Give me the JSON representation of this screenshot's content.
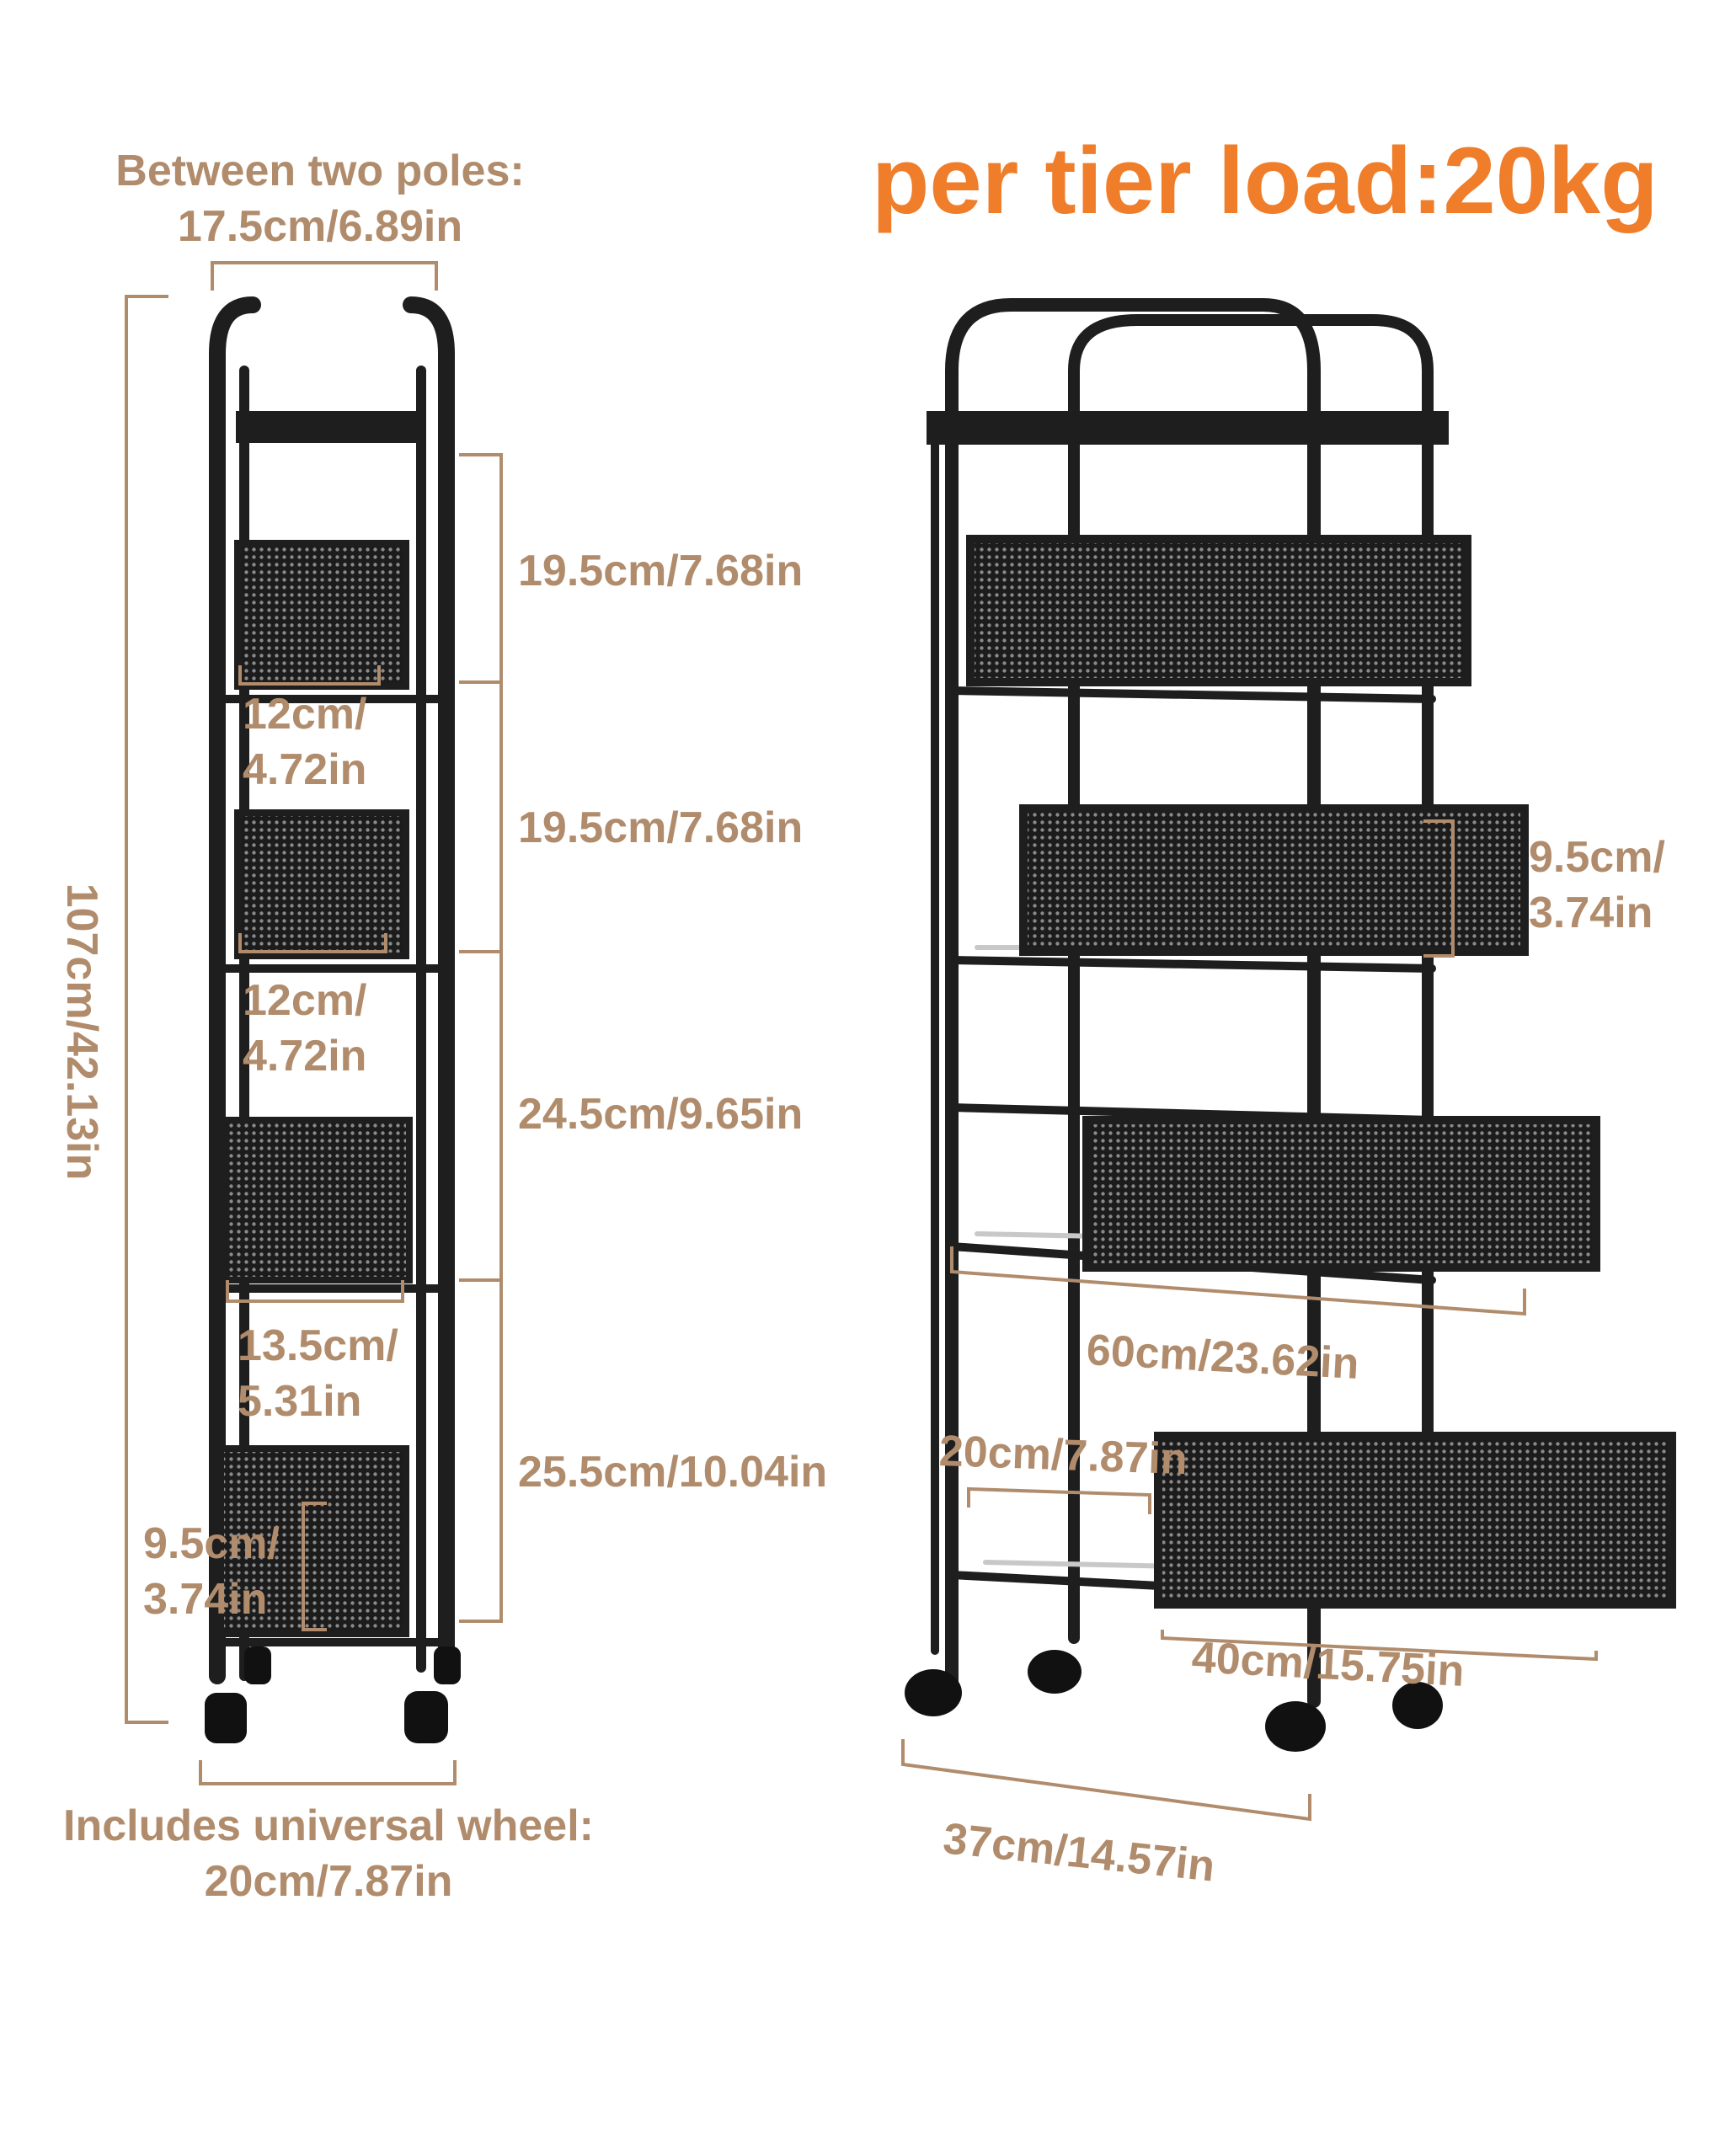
{
  "headline": "per tier load:20kg",
  "colors": {
    "headline": "#ef7d2a",
    "dimension": "#b08c6c",
    "frame": "#1e1e1e",
    "mesh": "#2c2c2c"
  },
  "side_view": {
    "top_width": [
      "Between two poles:",
      "17.5cm/6.89in"
    ],
    "height_total": "107cm/42.13in",
    "tier_gaps": [
      "19.5cm/7.68in",
      "19.5cm/7.68in",
      "24.5cm/9.65in",
      "25.5cm/10.04in"
    ],
    "basket_widths": [
      [
        "12cm/",
        "4.72in"
      ],
      [
        "12cm/",
        "4.72in"
      ],
      [
        "13.5cm/",
        "5.31in"
      ]
    ],
    "bottom_basket_height": [
      "9.5cm/",
      "3.74in"
    ],
    "wheel_width": [
      "Includes universal wheel:",
      "20cm/7.87in"
    ]
  },
  "front_view": {
    "basket_height": [
      "9.5cm/",
      "3.74in"
    ],
    "pull_out_length": "60cm/23.62in",
    "basket_depth": "20cm/7.87in",
    "basket_length": "40cm/15.75in",
    "frame_width": "37cm/14.57in"
  }
}
